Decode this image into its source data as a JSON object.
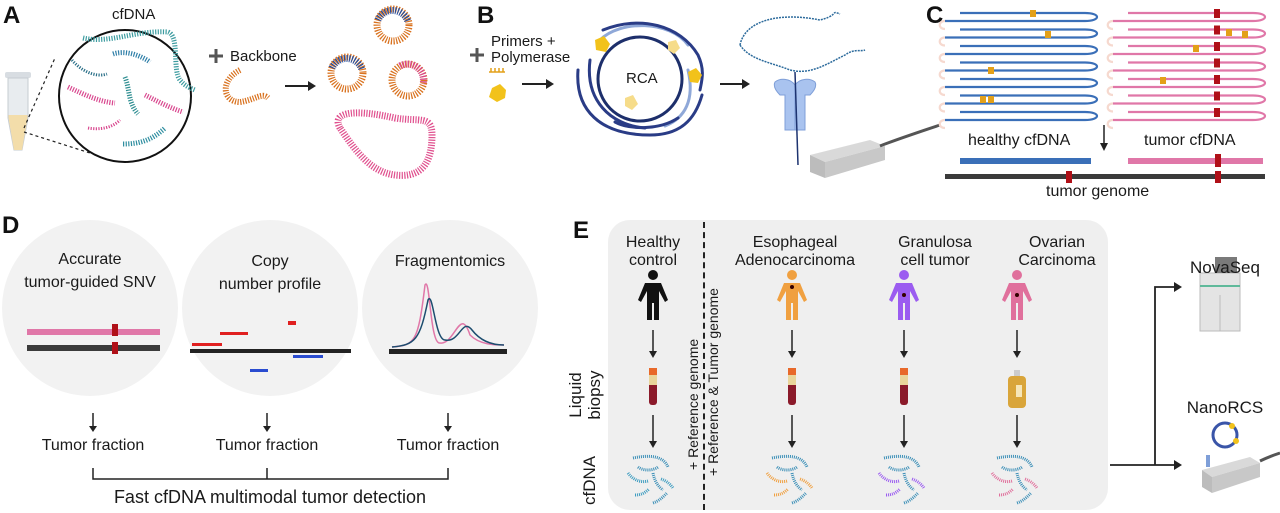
{
  "panels": {
    "A": {
      "letter": "A",
      "cfdna_label": "cfDNA",
      "backbone_label": "Backbone",
      "plus_symbol": "+",
      "arrow": "→"
    },
    "B": {
      "letter": "B",
      "plus_symbol": "+",
      "reagents_line1": "Primers +",
      "reagents_line2": "Polymerase",
      "rca_label": "RCA"
    },
    "C": {
      "letter": "C",
      "healthy_label": "healthy cfDNA",
      "tumor_label": "tumor cfDNA",
      "genome_label": "tumor genome"
    },
    "D": {
      "letter": "D",
      "methods": [
        {
          "title_line1": "Accurate",
          "title_line2": "tumor-guided SNV",
          "output": "Tumor fraction"
        },
        {
          "title_line1": "Copy",
          "title_line2": "number profile",
          "output": "Tumor fraction"
        },
        {
          "title_line1": "Fragmentomics",
          "title_line2": "",
          "output": "Tumor fraction"
        }
      ],
      "summary": "Fast cfDNA multimodal tumor detection"
    },
    "E": {
      "letter": "E",
      "row_labels": {
        "liquid_biopsy_line1": "Liquid",
        "liquid_biopsy_line2": "biopsy",
        "cfdna": "cfDNA"
      },
      "divider_labels": {
        "left": "+ Reference genome",
        "right": "+ Reference & Tumor genome"
      },
      "groups": [
        {
          "line1": "Healthy",
          "line2": "control",
          "color": "#111111",
          "sample": "blood"
        },
        {
          "line1": "Esophageal",
          "line2": "Adenocarcinoma",
          "color": "#f0a040",
          "sample": "blood"
        },
        {
          "line1": "Granulosa",
          "line2": "cell tumor",
          "color": "#9b5cf0",
          "sample": "blood"
        },
        {
          "line1": "Ovarian",
          "line2": "Carcinoma",
          "color": "#e0709c",
          "sample": "ascites"
        }
      ],
      "sequencers": [
        {
          "label": "NovaSeq"
        },
        {
          "label": "NanoRCS"
        }
      ]
    }
  },
  "colors": {
    "healthy_blue": "#3a6fb8",
    "tumor_pink": "#e077a8",
    "mutation_red": "#b01018",
    "error_orange": "#e3a019",
    "genome_gray": "#3b3b3b",
    "backbone_orange": "#d9721f"
  }
}
